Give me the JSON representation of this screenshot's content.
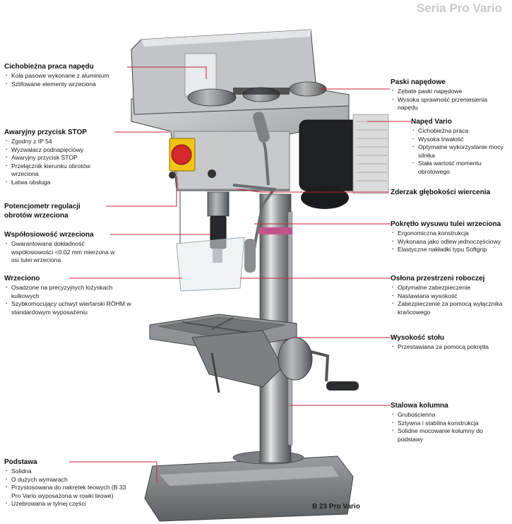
{
  "header": {
    "series": "Seria Pro Vario"
  },
  "model_label": "B 23 Pro Vario",
  "callouts": {
    "c1": {
      "title": "Cichobieżna praca napędu",
      "items": [
        "Koła pasowe wykonane z aluminium",
        "Szlifowane elementy wrzeciona"
      ]
    },
    "c2": {
      "title": "Awaryjny przycisk STOP",
      "items": [
        "Zgodny z IP 54",
        "Wyzwalacz podnapięciowy",
        "Awaryjny przycisk STOP",
        "Przełącznik kierunku obrotów wrzeciona",
        "Łatwa obsługa"
      ]
    },
    "c3": {
      "title": "Potencjometr regulacji obrotów wrzeciona",
      "items": []
    },
    "c4": {
      "title": "Współosiowość wrzeciona",
      "items": [
        "Gwarantowana dokładność współosiowości <0.02 mm mierzona w osi tulei wrzeciona"
      ]
    },
    "c5": {
      "title": "Wrzeciono",
      "items": [
        "Osadzone na precyzyjnych łożyskach kulkowych",
        "Szybkomocujący uchwyt wiertarski RÖHM w standardowym wyposażeniu"
      ]
    },
    "c6": {
      "title": "Podstawa",
      "items": [
        "Solidna",
        "O dużych wymiarach",
        "Przystosowana do nakrętek teowych (B 33 Pro Vario wyposażona w rowki teowe)",
        "Użebrowana w tylnej części"
      ]
    },
    "c7": {
      "title": "Paski napędowe",
      "items": [
        "Zębate paski napędowe",
        "Wysoka sprawność przeniesienia napędu"
      ]
    },
    "c8": {
      "title": "Napęd Vario",
      "items": [
        "Cichobieżna praca",
        "Wysoka trwałość",
        "Optymalne wykorzystanie mocy silnika",
        "Stała wartość momentu obrotowego"
      ]
    },
    "c9": {
      "title": "Zderzak głębokości wiercenia",
      "items": []
    },
    "c10": {
      "title": "Pokrętło wysuwu tulei wrzeciona",
      "items": [
        "Ergonomiczna konstrukcja",
        "Wykonana jako odlew jednoczęściowy",
        "Elastyczne nakładki typu Softgrip"
      ]
    },
    "c11": {
      "title": "Osłona przestrzeni roboczej",
      "items": [
        "Optymalne zabezpieczenie",
        "Nastawiana wysokość",
        "Zabezpieczenie za pomocą wyłącznika krańcowego"
      ]
    },
    "c12": {
      "title": "Wysokość stołu",
      "items": [
        "Przestawiana za pomocą pokrętła"
      ]
    },
    "c13": {
      "title": "Stalowa kolumna",
      "items": [
        "Grubościenna",
        "Sztywna i stabilna konstrukcja",
        "Solidne mocowanie kolumny do podstawy"
      ]
    }
  },
  "colors": {
    "leader": "#cc1f3b",
    "series_text": "#c9c9c9"
  }
}
